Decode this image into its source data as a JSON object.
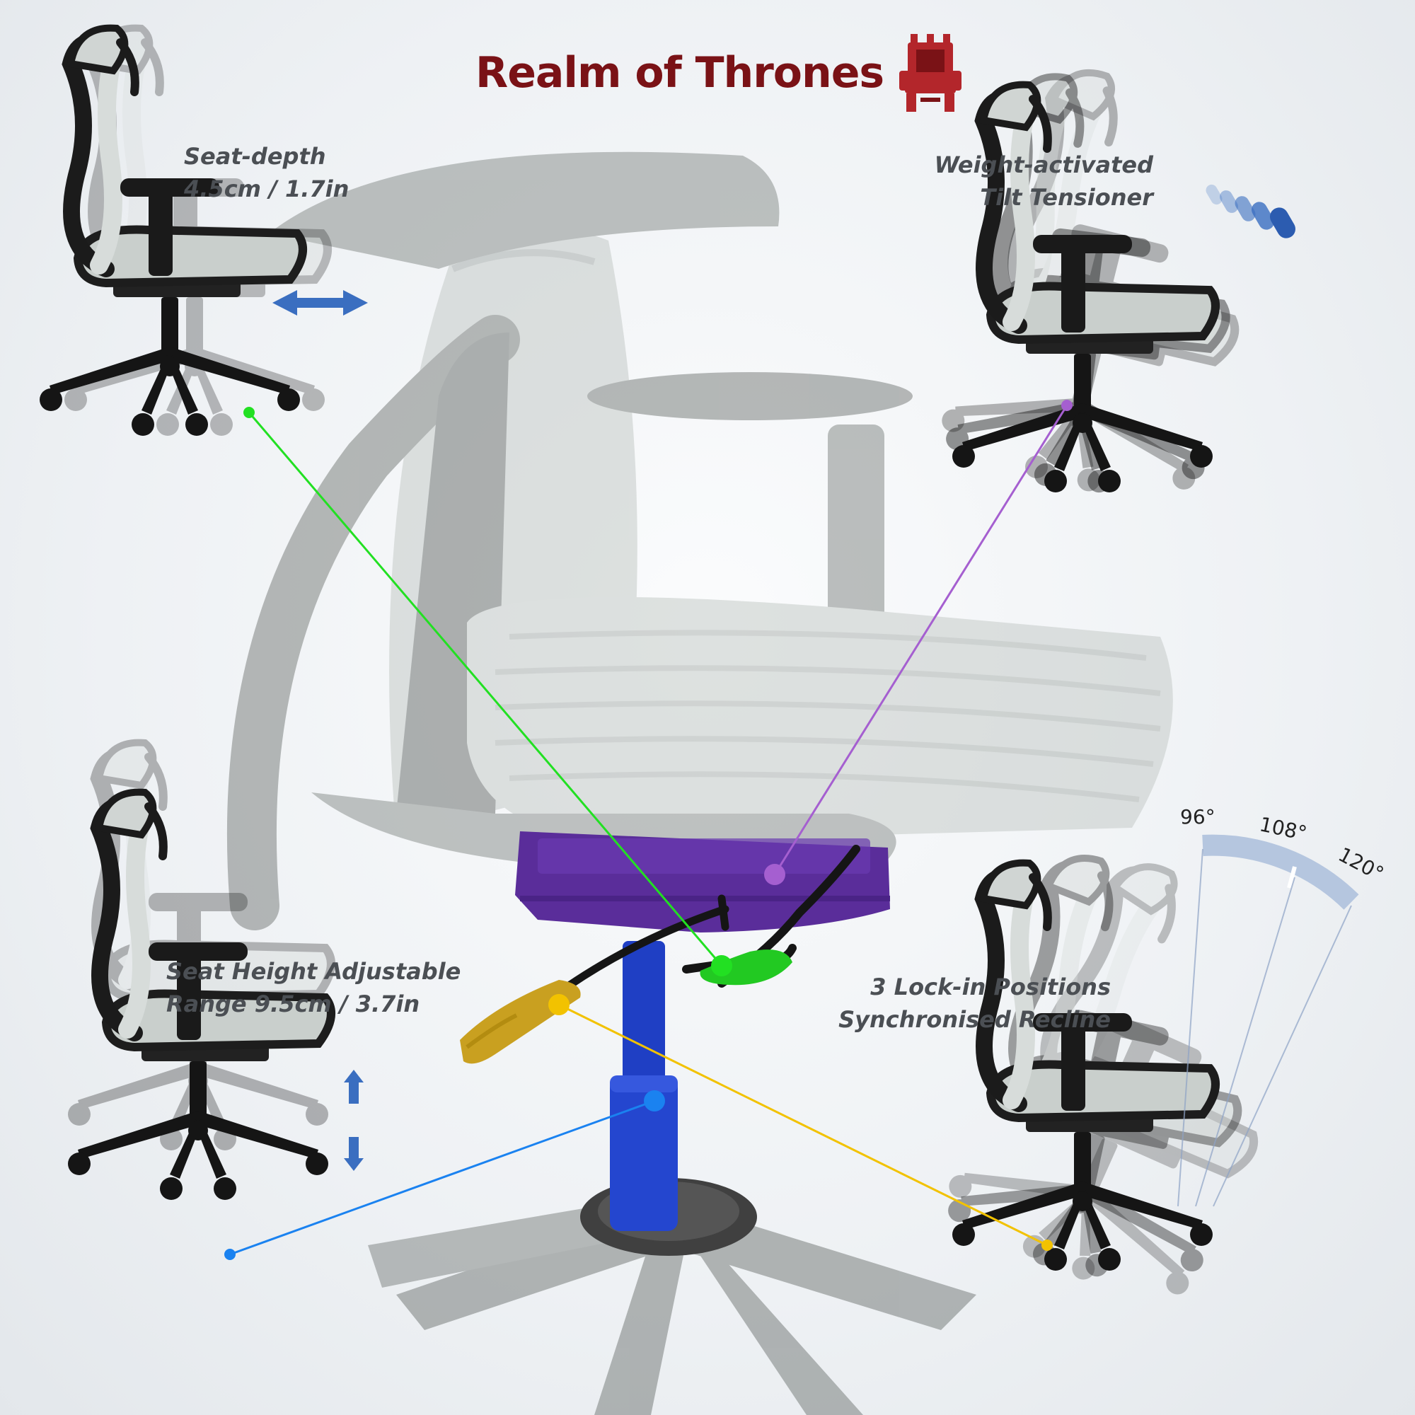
{
  "brand": {
    "name": "Realm of Thrones",
    "color": "#7a1216",
    "logo_icon": "throne-icon"
  },
  "captions": {
    "seat_depth": {
      "line1": "Seat-depth",
      "line2": "4.5cm / 1.7in"
    },
    "tilt": {
      "line1": "Weight-activated",
      "line2": "Tilt Tensioner"
    },
    "seat_height": {
      "line1": "Seat Height Adjustable",
      "line2": "Range 9.5cm / 3.7in"
    },
    "recline": {
      "line1": "3 Lock-in Positions",
      "line2": "Synchronised Recline"
    }
  },
  "recline_angles": [
    "96°",
    "108°",
    "120°"
  ],
  "callout_colors": {
    "seat_depth": "#22e022",
    "tilt": "#a55fd0",
    "seat_height": "#1a82f0",
    "recline": "#f2c200",
    "mechanism": "#5a2d9a",
    "gas_lift": "#1f3fc4"
  }
}
